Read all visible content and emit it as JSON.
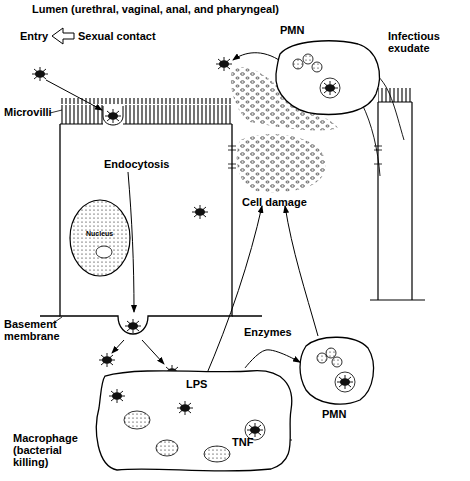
{
  "diagram": {
    "title": "Lumen (urethral, vaginal, anal, and pharyngeal)",
    "nodes": [
      {
        "text": [
          "PMN"
        ]
      },
      {
        "text": [
          "PMN"
        ]
      },
      {
        "text": [
          "Macrophage (bacterial killing)"
        ]
      }
    ],
    "edges": [
      {
        "from": 2,
        "to": 1,
        "arrow": "to"
      }
    ],
    "labels": [
      "Entry",
      "Sexual contact",
      "Infectious exudate",
      "Microvilli",
      "Endocytosis",
      "Nucleus",
      "Cell damage",
      "Basement membrane",
      "Enzymes",
      "LPS",
      "TNF"
    ]
  }
}
